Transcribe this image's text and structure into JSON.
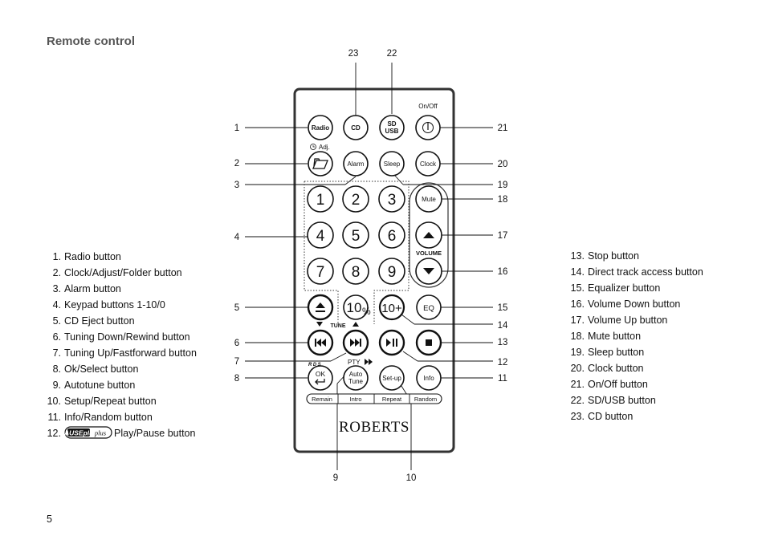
{
  "page": {
    "title": "Remote control",
    "page_number": "5"
  },
  "left_list": [
    {
      "num": "1.",
      "text": "Radio button"
    },
    {
      "num": "2.",
      "text": "Clock/Adjust/Folder button"
    },
    {
      "num": "3.",
      "text": "Alarm button"
    },
    {
      "num": "4.",
      "text": "Keypad buttons 1-10/0"
    },
    {
      "num": "5.",
      "text": "CD Eject button"
    },
    {
      "num": "6.",
      "text": "Tuning Down/Rewind button"
    },
    {
      "num": "7.",
      "text": "Tuning Up/Fastforward button"
    },
    {
      "num": "8.",
      "text": "Ok/Select button"
    },
    {
      "num": "9.",
      "text": "Autotune button"
    },
    {
      "num": "10.",
      "text": "Setup/Repeat button"
    },
    {
      "num": "11.",
      "text": "Info/Random button"
    },
    {
      "num": "12.",
      "text": "Play/Pause button",
      "badge": "PAUSEplus"
    }
  ],
  "right_list": [
    {
      "num": "13.",
      "text": "Stop button"
    },
    {
      "num": "14.",
      "text": "Direct track access button"
    },
    {
      "num": "15.",
      "text": "Equalizer button"
    },
    {
      "num": "16.",
      "text": "Volume Down button"
    },
    {
      "num": "17.",
      "text": "Volume Up button"
    },
    {
      "num": "18.",
      "text": "Mute button"
    },
    {
      "num": "19.",
      "text": "Sleep button"
    },
    {
      "num": "20.",
      "text": "Clock button"
    },
    {
      "num": "21.",
      "text": "On/Off button"
    },
    {
      "num": "22.",
      "text": "SD/USB button"
    },
    {
      "num": "23.",
      "text": "CD button"
    }
  ],
  "remote": {
    "brand": "ROBERTS",
    "labels": {
      "radio": "Radio",
      "cd": "CD",
      "sd": "SD",
      "usb": "USB",
      "on_off": "On/Off",
      "adj": "Adj.",
      "alarm": "Alarm",
      "sleep": "Sleep",
      "clock": "Clock",
      "k1": "1",
      "k2": "2",
      "k3": "3",
      "k4": "4",
      "k5": "5",
      "k6": "6",
      "k7": "7",
      "k8": "8",
      "k9": "9",
      "k10": "10",
      "k10plus": "10+",
      "mute": "Mute",
      "volume": "VOLUME",
      "eq": "EQ",
      "tune": "TUNE",
      "rds": "RDS",
      "pty": "PTY",
      "ok": "OK",
      "auto": "Auto",
      "tune2": "Tune",
      "setup": "Set-up",
      "info": "Info",
      "remain": "Remain",
      "intro": "Intro",
      "repeat": "Repeat",
      "random": "Random"
    },
    "callouts": {
      "c1": "1",
      "c2": "2",
      "c3": "3",
      "c4": "4",
      "c5": "5",
      "c6": "6",
      "c7": "7",
      "c8": "8",
      "c9": "9",
      "c10": "10",
      "c11": "11",
      "c12": "12",
      "c13": "13",
      "c14": "14",
      "c15": "15",
      "c16": "16",
      "c17": "17",
      "c18": "18",
      "c19": "19",
      "c20": "20",
      "c21": "21",
      "c22": "22",
      "c23": "23"
    }
  }
}
